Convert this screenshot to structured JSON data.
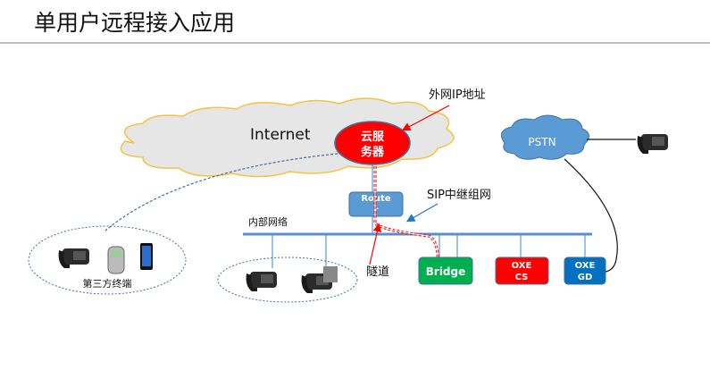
{
  "title": "单用户远程接入应用",
  "internet_label": "Internet",
  "cloud_server_label": [
    "云服",
    "务器"
  ],
  "external_ip_label": "外网IP地址",
  "router_label": [
    "Route",
    "r"
  ],
  "sip_trunk_label": "SIP中继组网",
  "internal_network_label": "内部网络",
  "tunnel_label": "隧道",
  "bridge_label": "Bridge",
  "oxe_cs_label": [
    "OXE",
    "CS"
  ],
  "oxe_gd_label": [
    "OXE",
    "GD"
  ],
  "pstn_label": "PSTN",
  "third_party_label": "第三方终端",
  "colors": {
    "cloud_server": "#ff0000",
    "router": "#5b9bd5",
    "bridge": "#00b050",
    "oxe_cs": "#ff0000",
    "oxe_gd": "#0070c0",
    "pstn": "#5b9bd5",
    "bus": "#5b8fc9"
  }
}
